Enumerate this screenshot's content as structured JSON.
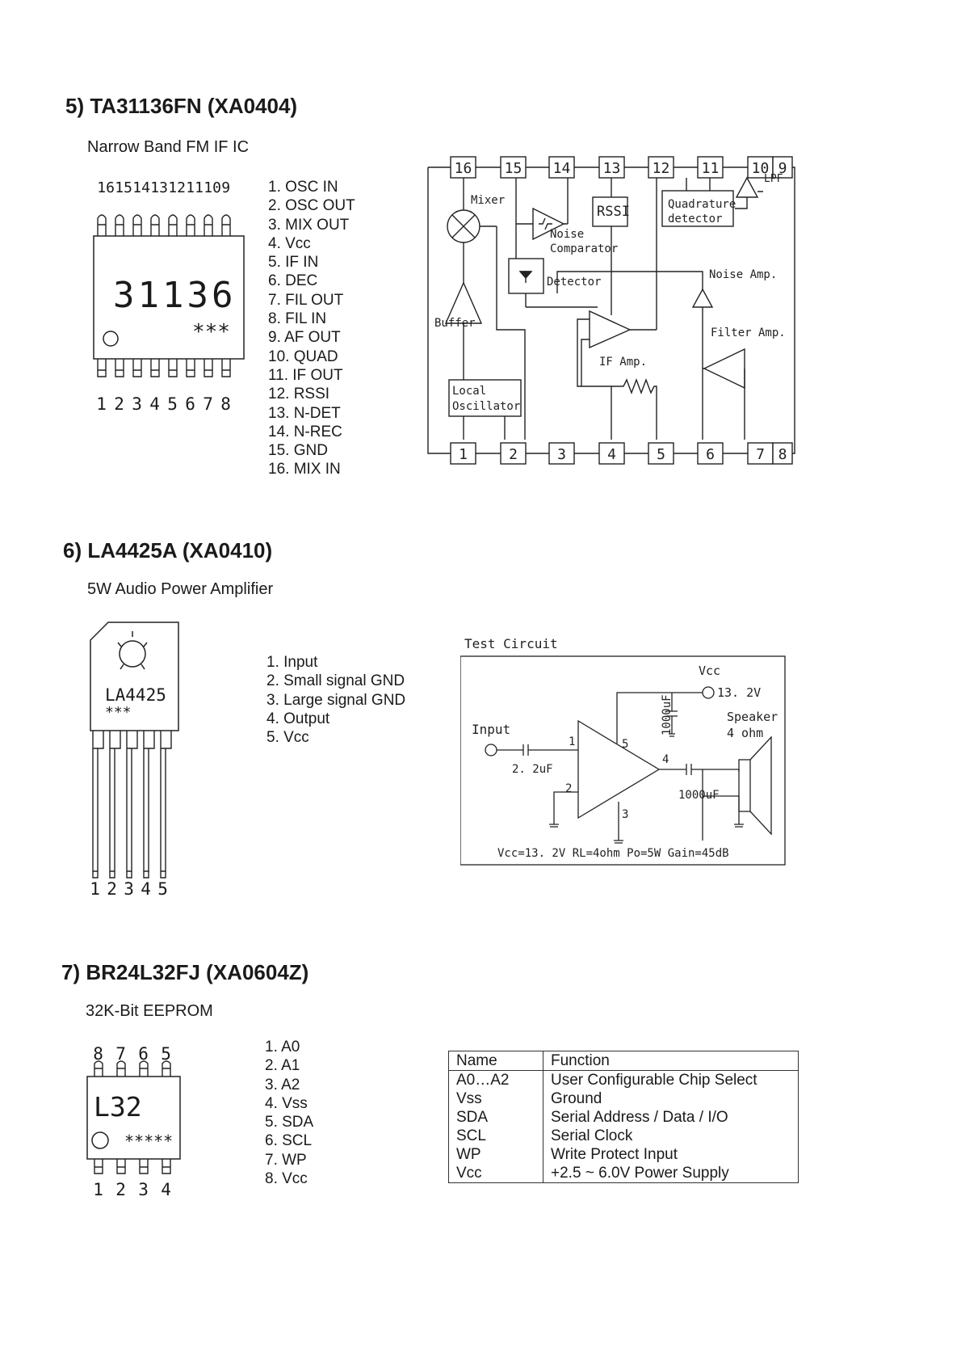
{
  "sections": [
    {
      "heading": "5) TA31136FN (XA0404)",
      "subtitle": "Narrow Band FM IF IC",
      "chip_marking": "31136",
      "chip_stars": "***",
      "top_pins": [
        "16",
        "15",
        "14",
        "13",
        "12",
        "11",
        "10",
        "9"
      ],
      "bottom_pins": [
        "1",
        "2",
        "3",
        "4",
        "5",
        "6",
        "7",
        "8"
      ],
      "pin_list": [
        "1. OSC IN",
        "2. OSC OUT",
        "3. MIX OUT",
        "4. Vcc",
        "5. IF IN",
        "6. DEC",
        "7. FIL OUT",
        "8. FIL IN",
        "9. AF OUT",
        "10. QUAD",
        "11. IF OUT",
        "12. RSSI",
        "13. N-DET",
        "14. N-REC",
        "15. GND",
        "16. MIX IN"
      ],
      "block_diagram": {
        "top_pins": [
          "16",
          "15",
          "14",
          "13",
          "12",
          "11",
          "10",
          "9"
        ],
        "bottom_pins": [
          "1",
          "2",
          "3",
          "4",
          "5",
          "6",
          "7",
          "8"
        ],
        "labels": {
          "mixer": "Mixer",
          "rssi": "RSSI",
          "quad1": "Quadrature",
          "quad2": "detector",
          "lpf": "LPF",
          "noise1": "Noise",
          "noise2": "Comparator",
          "detector": "Detector",
          "noise_amp": "Noise Amp.",
          "buffer": "Buffer",
          "filter_amp": "Filter Amp.",
          "local1": "Local",
          "local2": "Oscillator",
          "if_amp": "IF Amp."
        }
      }
    },
    {
      "heading": "6) LA4425A (XA0410)",
      "subtitle": "5W Audio Power Amplifier",
      "chip_marking": "LA4425",
      "chip_stars": "***",
      "pins": [
        "1",
        "2",
        "3",
        "4",
        "5"
      ],
      "pin_list": [
        "1. Input",
        "2. Small signal GND",
        "3. Large signal GND",
        "4. Output",
        "5. Vcc"
      ],
      "test_circuit": {
        "title": "Test Circuit",
        "vcc": "Vcc",
        "vcc_value": "13. 2V",
        "cap_vcc": "1000uF",
        "speaker1": "Speaker",
        "speaker2": "4 ohm",
        "input": "Input",
        "cap_in": "2. 2uF",
        "cap_out": "1000uF",
        "pin1": "1",
        "pin2": "2",
        "pin3": "3",
        "pin4": "4",
        "pin5": "5",
        "footer": "Vcc=13. 2V RL=4ohm Po=5W Gain=45dB"
      }
    },
    {
      "heading": "7) BR24L32FJ (XA0604Z)",
      "subtitle": "32K-Bit EEPROM",
      "chip_marking": "L32",
      "chip_stars": "*****",
      "top_pins": [
        "8",
        "7",
        "6",
        "5"
      ],
      "bottom_pins": [
        "1",
        "2",
        "3",
        "4"
      ],
      "pin_list": [
        "1. A0",
        "2. A1",
        "3. A2",
        "4. Vss",
        "5. SDA",
        "6. SCL",
        "7. WP",
        "8. Vcc"
      ],
      "table": {
        "headers": [
          "Name",
          "Function"
        ],
        "rows": [
          [
            "A0…A2",
            "User Configurable Chip Select"
          ],
          [
            "Vss",
            "Ground"
          ],
          [
            "SDA",
            "Serial Address / Data / I/O"
          ],
          [
            "SCL",
            "Serial Clock"
          ],
          [
            "WP",
            "Write Protect Input"
          ],
          [
            "Vcc",
            "+2.5 ~ 6.0V Power Supply"
          ]
        ]
      }
    }
  ]
}
